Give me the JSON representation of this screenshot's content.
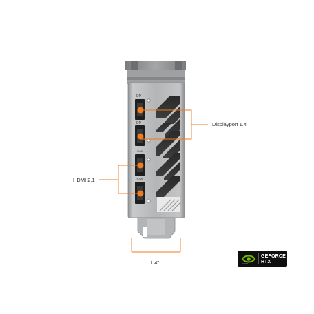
{
  "labels": {
    "displayport": "Displayport 1.4",
    "hdmi": "HDMI 2.1",
    "width": "1.4\""
  },
  "ports": [
    {
      "name": "DP",
      "type": "displayport"
    },
    {
      "name": "DP",
      "type": "displayport"
    },
    {
      "name": "HDMI",
      "type": "hdmi"
    },
    {
      "name": "HDMI",
      "type": "hdmi"
    }
  ],
  "badge": {
    "brand": "NVIDIA",
    "line1": "GEFORCE",
    "line2": "RTX"
  },
  "colors": {
    "accent": "#f07a1e",
    "bracket": "#a9aaab",
    "badge_bg": "#0f0f0f",
    "nvidia_green": "#76b900"
  }
}
